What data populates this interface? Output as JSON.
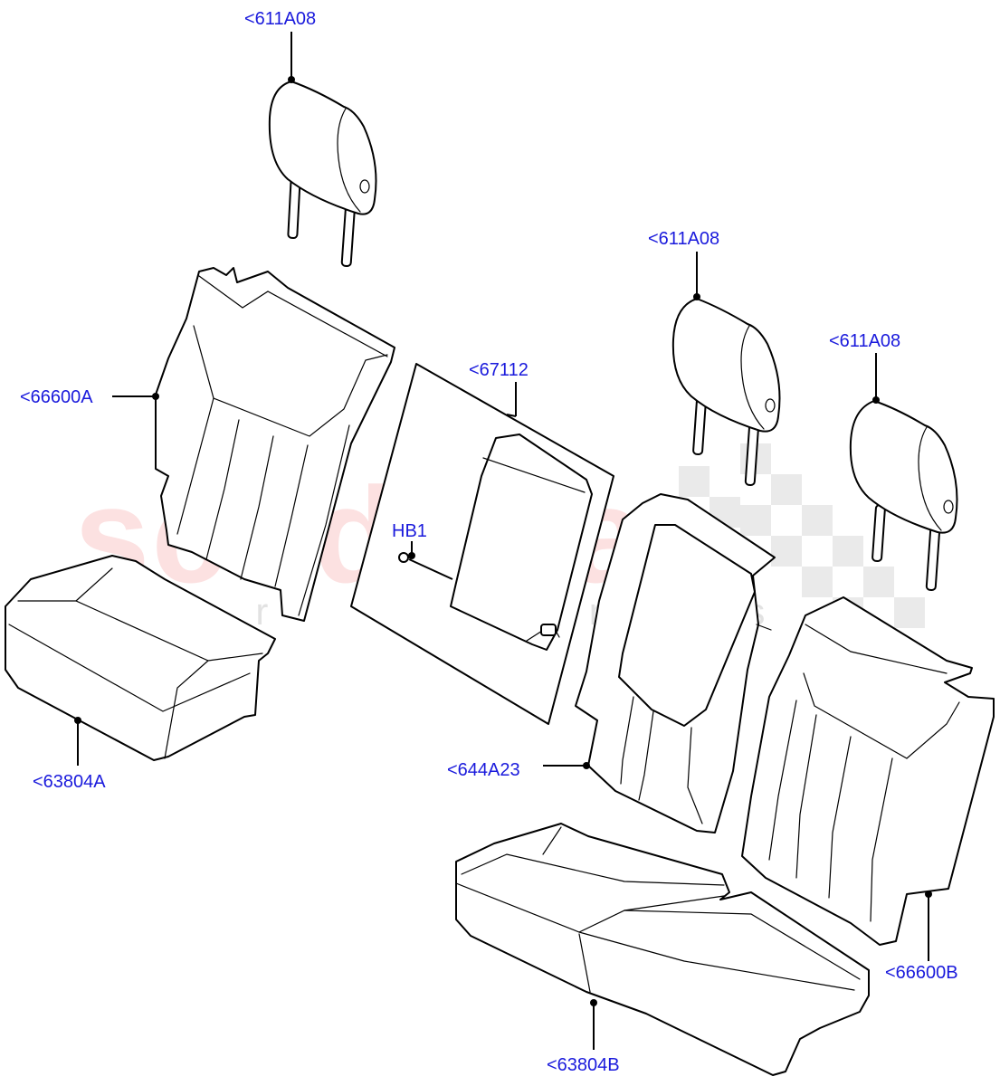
{
  "watermark": {
    "main": "scuderia",
    "sub": "car parts"
  },
  "callouts": {
    "headrest_left": "<611A08",
    "headrest_mid": "<611A08",
    "headrest_right": "<611A08",
    "back_left": "<66600A",
    "armrest_panel": "<67112",
    "fastener": "HB1",
    "cushion_left": "<63804A",
    "armrest_back": "<644A23",
    "back_right": "<66600B",
    "cushion_right": "<63804B"
  },
  "colors": {
    "callout_text": "#1a1adc",
    "line": "#000000",
    "watermark": "#f07878"
  }
}
